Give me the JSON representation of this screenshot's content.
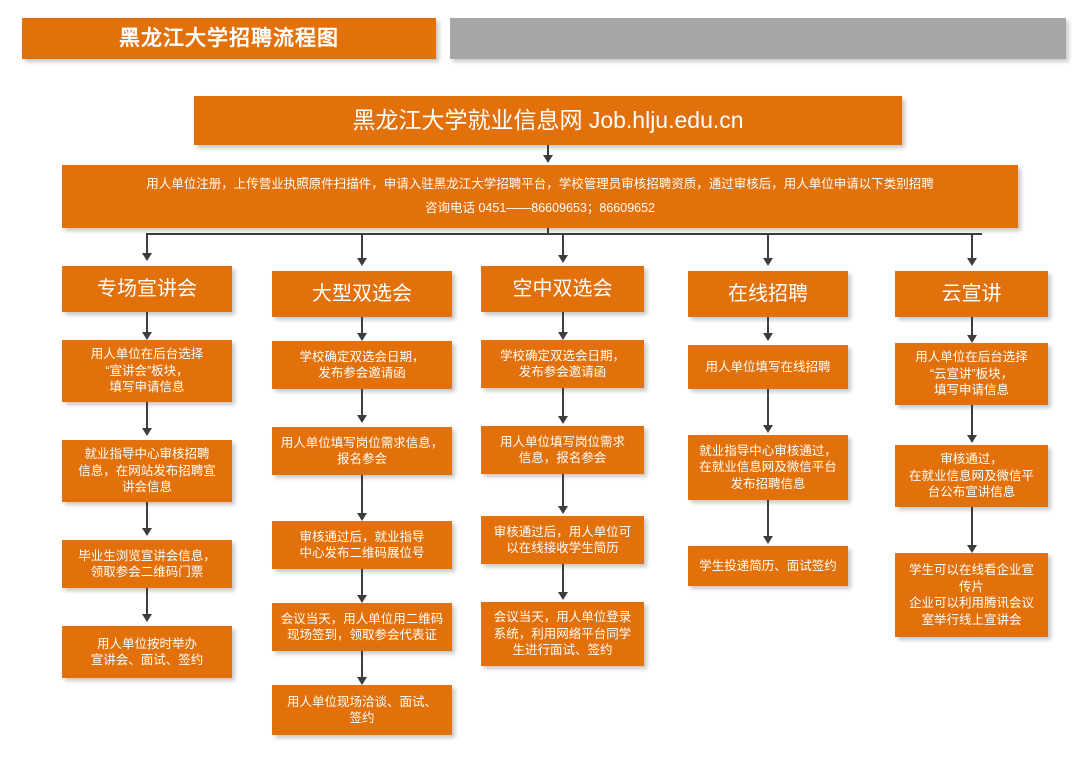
{
  "page": {
    "title": "黑龙江大学招聘流程图",
    "accent_color": "#E2700B",
    "gray_color": "#A6A6A6",
    "connector_color": "#3D3D3D",
    "text_color": "#FFFFFF"
  },
  "header": {
    "title": "黑龙江大学招聘流程图",
    "gray_bar_label": ""
  },
  "banner": {
    "label": "黑龙江大学就业信息网 Job.hlju.edu.cn"
  },
  "intro": {
    "line1": "用人单位注册，上传营业执照原件扫描件，申请入驻黑龙江大学招聘平台，学校管理员审核招聘资质，通过审核后，用人单位申请以下类别招聘",
    "line2": "咨询电话 0451——86609653；86609652"
  },
  "chart_data": {
    "type": "diagram",
    "title": "黑龙江大学招聘流程图",
    "root": "黑龙江大学就业信息网 Job.hlju.edu.cn",
    "branch_count": 5,
    "columns": [
      {
        "header": "专场宣讲会",
        "steps": [
          "用人单位在后台选择\n“宣讲会”板块，\n填写申请信息",
          "就业指导中心审核招聘\n信息，在网站发布招聘宣\n讲会信息",
          "毕业生浏览宣讲会信息，\n领取参会二维码门票",
          "用人单位按时举办\n宣讲会、面试、签约"
        ]
      },
      {
        "header": "大型双选会",
        "steps": [
          "学校确定双选会日期，\n发布参会邀请函",
          "用人单位填写岗位需求信息，\n报名参会",
          "审核通过后，就业指导\n中心发布二维码展位号",
          "会议当天，用人单位用二维码\n现场签到，领取参会代表证",
          "用人单位现场洽谈、面试、\n签约"
        ]
      },
      {
        "header": "空中双选会",
        "steps": [
          "学校确定双选会日期，\n发布参会邀请函",
          "用人单位填写岗位需求\n信息，报名参会",
          "审核通过后，用人单位可\n以在线接收学生简历",
          "会议当天，用人单位登录\n系统，利用网络平台同学\n生进行面试、签约"
        ]
      },
      {
        "header": "在线招聘",
        "steps": [
          "用人单位填写在线招聘",
          "就业指导中心审核通过，\n在就业信息网及微信平台\n发布招聘信息",
          "学生投递简历、面试签约"
        ]
      },
      {
        "header": "云宣讲",
        "steps": [
          "用人单位在后台选择\n“云宣讲”板块，\n填写申请信息",
          "审核通过，\n在就业信息网及微信平\n台公布宣讲信息",
          "学生可以在线看企业宣\n传片\n企业可以利用腾讯会议\n室举行线上宣讲会"
        ]
      }
    ]
  }
}
